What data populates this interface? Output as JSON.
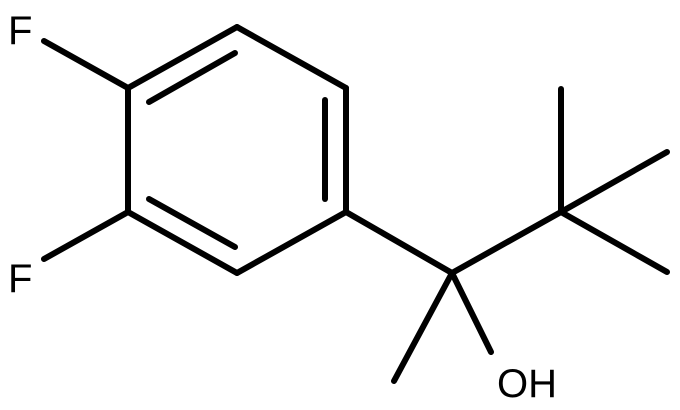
{
  "molecule": {
    "atoms": {
      "fluorine_top": "F",
      "fluorine_bottom": "F",
      "hydroxyl": "OH"
    },
    "colors": {
      "bond": "#000000",
      "label": "#000000",
      "background": "#ffffff"
    }
  }
}
